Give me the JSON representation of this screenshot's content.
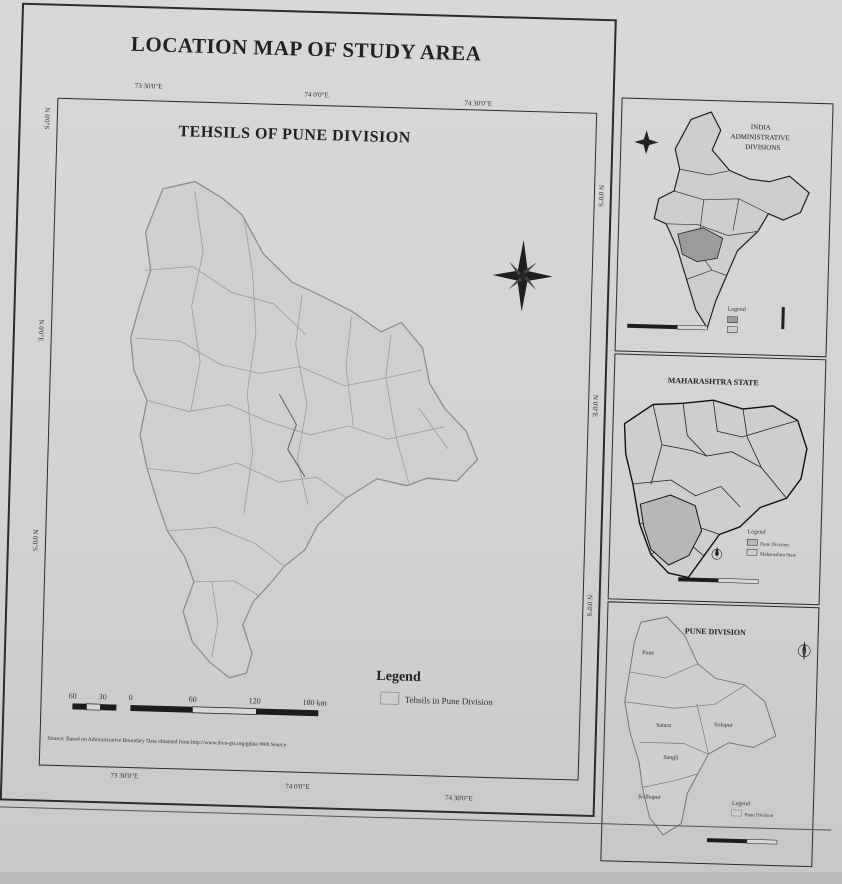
{
  "main_title": "LOCATION MAP OF STUDY AREA",
  "main_map": {
    "title": "TEHSILS OF PUNE DIVISION",
    "top_ticks": [
      "73 30'0\"E",
      "74 0'0\"E",
      "74 30'0\"E"
    ],
    "bottom_ticks": [
      "73 30'0\"E",
      "74 0'0\"E",
      "74 30'0\"E"
    ],
    "left_ticks": [
      "N 0'0\"S",
      "N 0'0\"E",
      "N 0'0\"S"
    ],
    "right_ticks": [
      "N 0'0\"S",
      "N 0'0\"E",
      "N 0'0\"S"
    ],
    "legend_title": "Legend",
    "legend_item": "Tehsils in Pune Division",
    "scale_labels": [
      "60",
      "30",
      "0",
      "60",
      "120",
      "180 km"
    ],
    "source_note": "Source: Based on Administrative Boundary Data obtained from http://www.diva-gis.org/gdata Web Source"
  },
  "inset_india": {
    "title_lines": [
      "INDIA",
      "ADMINISTRATIVE",
      "DIVISIONS"
    ],
    "legend_title": "Legend"
  },
  "inset_maharashtra": {
    "title": "MAHARASHTRA STATE",
    "legend_title": "Legend",
    "legend_items": [
      "Pune Division",
      "Maharashtra State"
    ]
  },
  "inset_pune": {
    "title": "PUNE DIVISION",
    "labels": [
      "Pune",
      "Satara",
      "Solapur",
      "Sangli",
      "Kolhapur"
    ],
    "legend_title": "Legend",
    "legend_item": "Pune Division"
  },
  "colors": {
    "paper": "#d6d5d3",
    "frame": "#2b2b2b",
    "boundary": "#8e8e8e",
    "state_line": "#222222"
  }
}
